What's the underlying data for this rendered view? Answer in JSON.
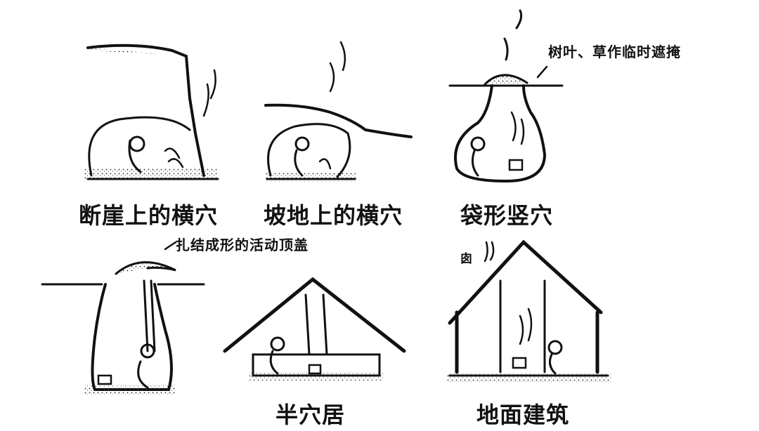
{
  "panels": [
    {
      "id": "cliff",
      "caption": "断崖上的横穴"
    },
    {
      "id": "slope",
      "caption": "坡地上的横穴"
    },
    {
      "id": "bag",
      "caption": "袋形竖穴",
      "annotation": "树叶、草作临时遮掩"
    },
    {
      "id": "pit",
      "annotation": "扎结成形的活动顶盖"
    },
    {
      "id": "semi",
      "caption": "半穴居"
    },
    {
      "id": "ground",
      "caption": "地面建筑",
      "annotation": "囱"
    }
  ]
}
